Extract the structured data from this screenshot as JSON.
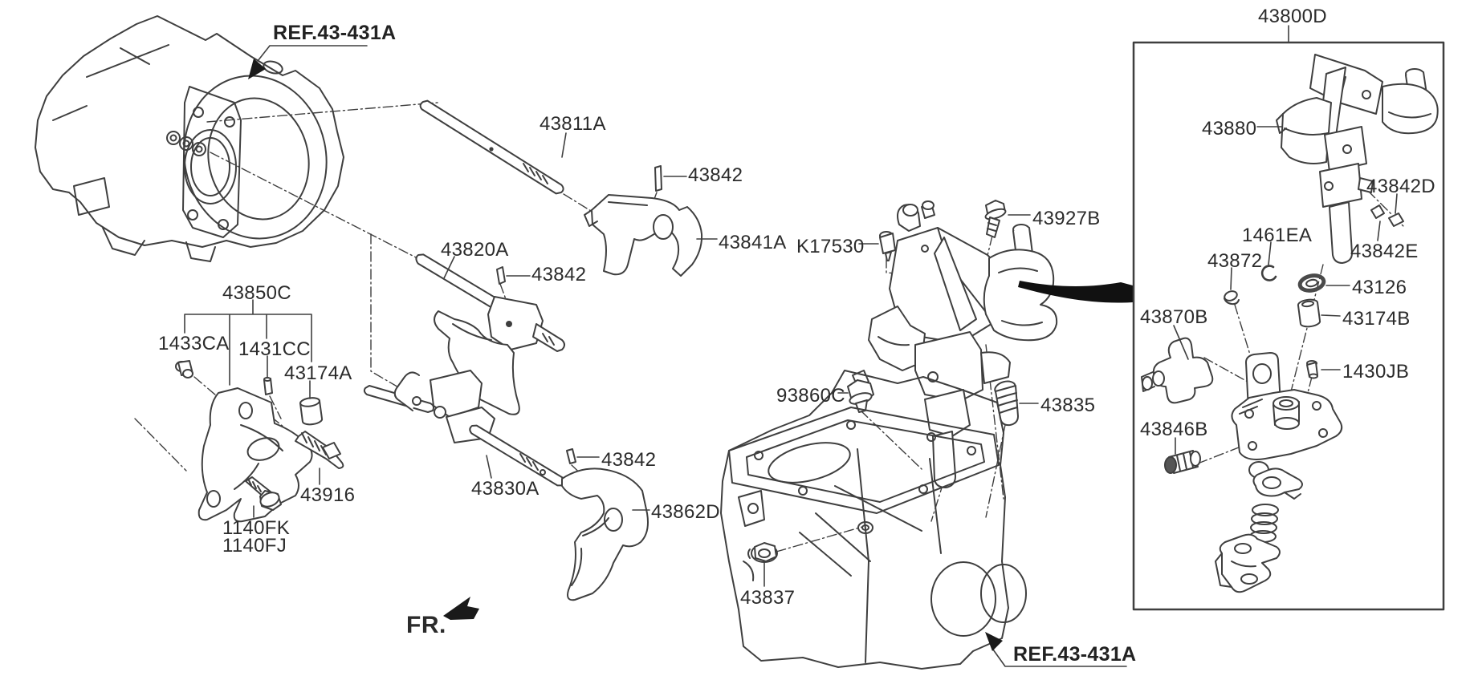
{
  "refs": {
    "top": "REF.43-431A",
    "bottom": "REF.43-431A"
  },
  "direction_indicator": "FR.",
  "detail_box_label": "43800D",
  "callouts": [
    {
      "id": "43811A",
      "label": "43811A"
    },
    {
      "id": "43842-top",
      "label": "43842"
    },
    {
      "id": "43841A",
      "label": "43841A"
    },
    {
      "id": "43820A",
      "label": "43820A"
    },
    {
      "id": "43842-mid",
      "label": "43842"
    },
    {
      "id": "43850C",
      "label": "43850C"
    },
    {
      "id": "1433CA",
      "label": "1433CA"
    },
    {
      "id": "1431CC",
      "label": "1431CC"
    },
    {
      "id": "43174A",
      "label": "43174A"
    },
    {
      "id": "43916",
      "label": "43916"
    },
    {
      "id": "1140FK",
      "label": "1140FK"
    },
    {
      "id": "1140FJ",
      "label": "1140FJ"
    },
    {
      "id": "43830A",
      "label": "43830A"
    },
    {
      "id": "43842-bottom",
      "label": "43842"
    },
    {
      "id": "43862D",
      "label": "43862D"
    },
    {
      "id": "K17530",
      "label": "K17530"
    },
    {
      "id": "43927B",
      "label": "43927B"
    },
    {
      "id": "93860C",
      "label": "93860C"
    },
    {
      "id": "43835",
      "label": "43835"
    },
    {
      "id": "43837",
      "label": "43837"
    },
    {
      "id": "43800D",
      "label": "43800D"
    },
    {
      "id": "43880",
      "label": "43880"
    },
    {
      "id": "43842D",
      "label": "43842D"
    },
    {
      "id": "1461EA",
      "label": "1461EA"
    },
    {
      "id": "43872",
      "label": "43872"
    },
    {
      "id": "43842E",
      "label": "43842E"
    },
    {
      "id": "43126",
      "label": "43126"
    },
    {
      "id": "43174B",
      "label": "43174B"
    },
    {
      "id": "43870B",
      "label": "43870B"
    },
    {
      "id": "1430JB",
      "label": "1430JB"
    },
    {
      "id": "43846B",
      "label": "43846B"
    }
  ],
  "colors": {
    "line": "#3f3f3f",
    "text": "#2b2b2b",
    "background": "#ffffff"
  }
}
